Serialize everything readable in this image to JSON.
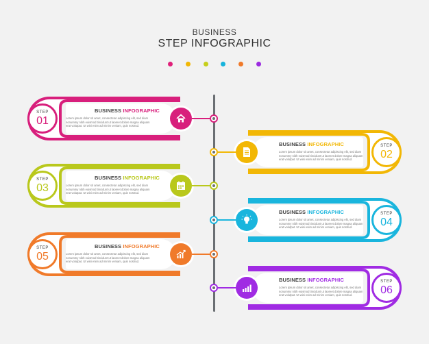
{
  "header": {
    "line1": "BUSINESS",
    "line2": "STEP INFOGRAPHIC"
  },
  "dots": [
    "#e0207a",
    "#f2b705",
    "#c6cf1b",
    "#17b3dc",
    "#f07a2a",
    "#9b2ae0"
  ],
  "steps": [
    {
      "label": "STEP",
      "number": "01",
      "title_a": "BUSINESS",
      "title_b": "INFOGRAPHIC",
      "text": "Lorem ipsum dolor sit amet, consectetur adipiscing elit, sed diam nonummy nibh euismod tincidunt ut laoreet dolore magna aliquam erat volutpat. Ut wisi enim ad minim veniam, quis nostrud.",
      "color": "#d81f7c",
      "icon": "home-icon",
      "side": "left"
    },
    {
      "label": "STEP",
      "number": "02",
      "title_a": "BUSINESS",
      "title_b": "INFOGRAPHIC",
      "text": "Lorem ipsum dolor sit amet, consectetur adipiscing elit, sed diam nonummy nibh euismod tincidunt ut laoreet dolore magna aliquam erat volutpat. Ut wisi enim ad minim veniam, quis nostrud.",
      "color": "#f2b705",
      "icon": "document-icon",
      "side": "right"
    },
    {
      "label": "STEP",
      "number": "03",
      "title_a": "BUSINESS",
      "title_b": "INFOGRAPHIC",
      "text": "Lorem ipsum dolor sit amet, consectetur adipiscing elit, sed diam nonummy nibh euismod tincidunt ut laoreet dolore magna aliquam erat volutpat. Ut wisi enim ad minim veniam, quis nostrud.",
      "color": "#b9c81c",
      "icon": "calendar-icon",
      "side": "left"
    },
    {
      "label": "STEP",
      "number": "04",
      "title_a": "BUSINESS",
      "title_b": "INFOGRAPHIC",
      "text": "Lorem ipsum dolor sit amet, consectetur adipiscing elit, sed diam nonummy nibh euismod tincidunt ut laoreet dolore magna aliquam erat volutpat. Ut wisi enim ad minim veniam, quis nostrud.",
      "color": "#19b5dd",
      "icon": "lightbulb-icon",
      "side": "right"
    },
    {
      "label": "STEP",
      "number": "05",
      "title_a": "BUSINESS",
      "title_b": "INFOGRAPHIC",
      "text": "Lorem ipsum dolor sit amet, consectetur adipiscing elit, sed diam nonummy nibh euismod tincidunt ut laoreet dolore magna aliquam erat volutpat. Ut wisi enim ad minim veniam, quis nostrud.",
      "color": "#f07a2a",
      "icon": "bar-chart-icon",
      "side": "left"
    },
    {
      "label": "STEP",
      "number": "06",
      "title_a": "BUSINESS",
      "title_b": "INFOGRAPHIC",
      "text": "Lorem ipsum dolor sit amet, consectetur adipiscing elit, sed diam nonummy nibh euismod tincidunt ut laoreet dolore magna aliquam erat volutpat. Ut wisi enim ad minim veniam, quis nostrud.",
      "color": "#a02be3",
      "icon": "growth-chart-icon",
      "side": "right"
    }
  ]
}
